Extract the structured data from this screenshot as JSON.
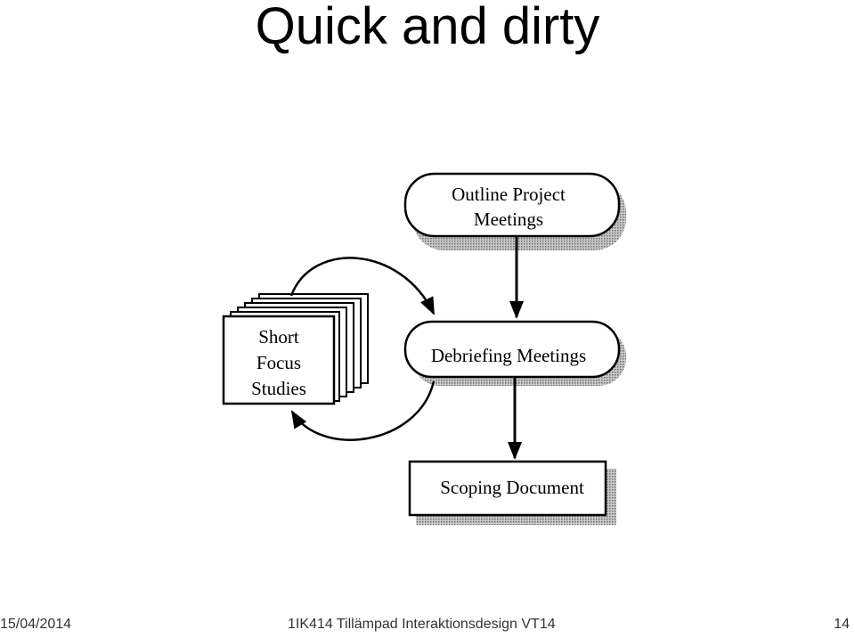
{
  "slide": {
    "title": "Quick and dirty"
  },
  "diagram": {
    "nodes": {
      "outline": {
        "line1": "Outline Project",
        "line2": "Meetings"
      },
      "debriefing": {
        "label": "Debriefing Meetings"
      },
      "focus": {
        "line1": "Short",
        "line2": "Focus",
        "line3": "Studies"
      },
      "scoping": {
        "label": "Scoping Document"
      }
    },
    "colors": {
      "ink": "#000000",
      "shadow": "#9a9a9a"
    }
  },
  "footer": {
    "date": "15/04/2014",
    "course": "1IK414 Tillämpad Interaktionsdesign VT14",
    "page": "14"
  }
}
